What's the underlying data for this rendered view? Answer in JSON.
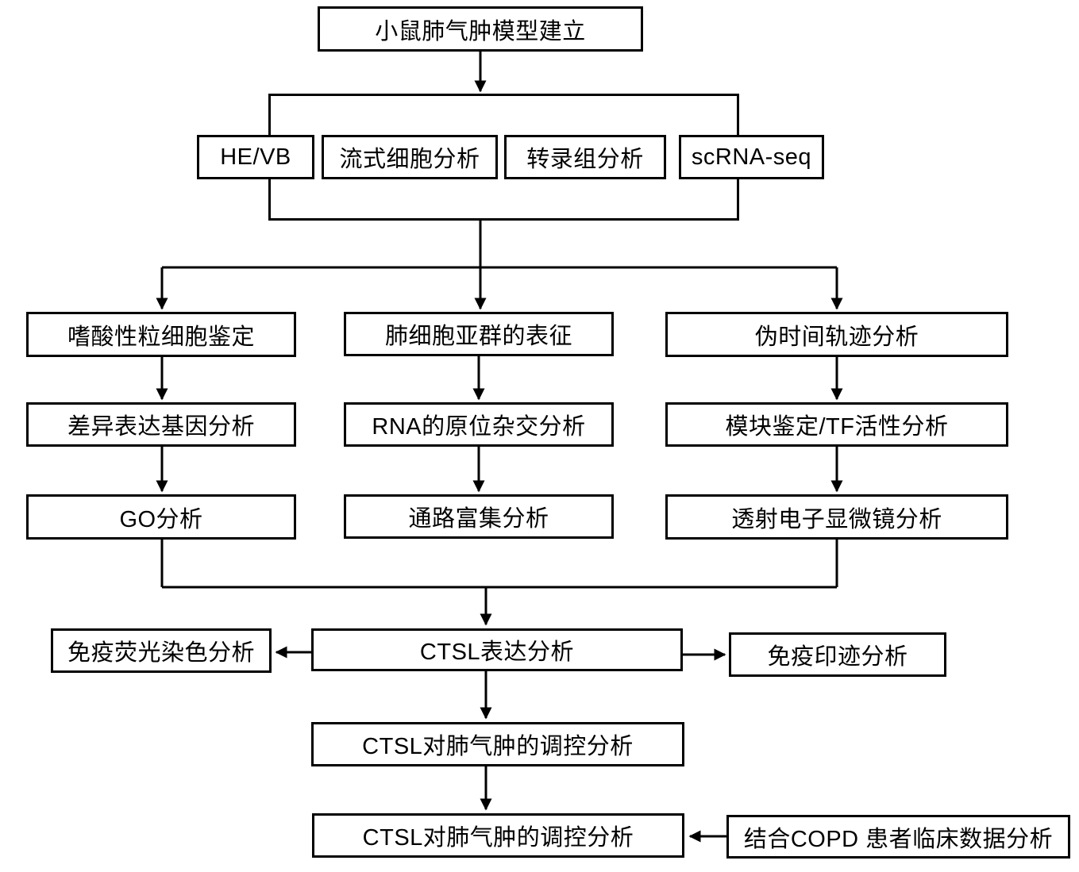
{
  "colors": {
    "line": "#000000",
    "box_background": "#ffffff",
    "text": "#000000"
  },
  "flowchart": {
    "top": "小鼠肺气肿模型建立",
    "methods": [
      "HE/VB",
      "流式细胞分析",
      "转录组分析",
      "scRNA-seq"
    ],
    "columns": {
      "left": [
        "嗜酸性粒细胞鉴定",
        "差异表达基因分析",
        "GO分析"
      ],
      "middle": [
        "肺细胞亚群的表征",
        "RNA的原位杂交分析",
        "通路富集分析"
      ],
      "right": [
        "伪时间轨迹分析",
        "模块鉴定/TF活性分析",
        "透射电子显微镜分析"
      ]
    },
    "ctsl": {
      "expression": "CTSL表达分析",
      "immunofluorescence": "免疫荧光染色分析",
      "western_blot": "免疫印迹分析",
      "regulation_1": "CTSL对肺气肿的调控分析",
      "regulation_2": "CTSL对肺气肿的调控分析",
      "copd": "结合COPD 患者临床数据分析"
    }
  }
}
